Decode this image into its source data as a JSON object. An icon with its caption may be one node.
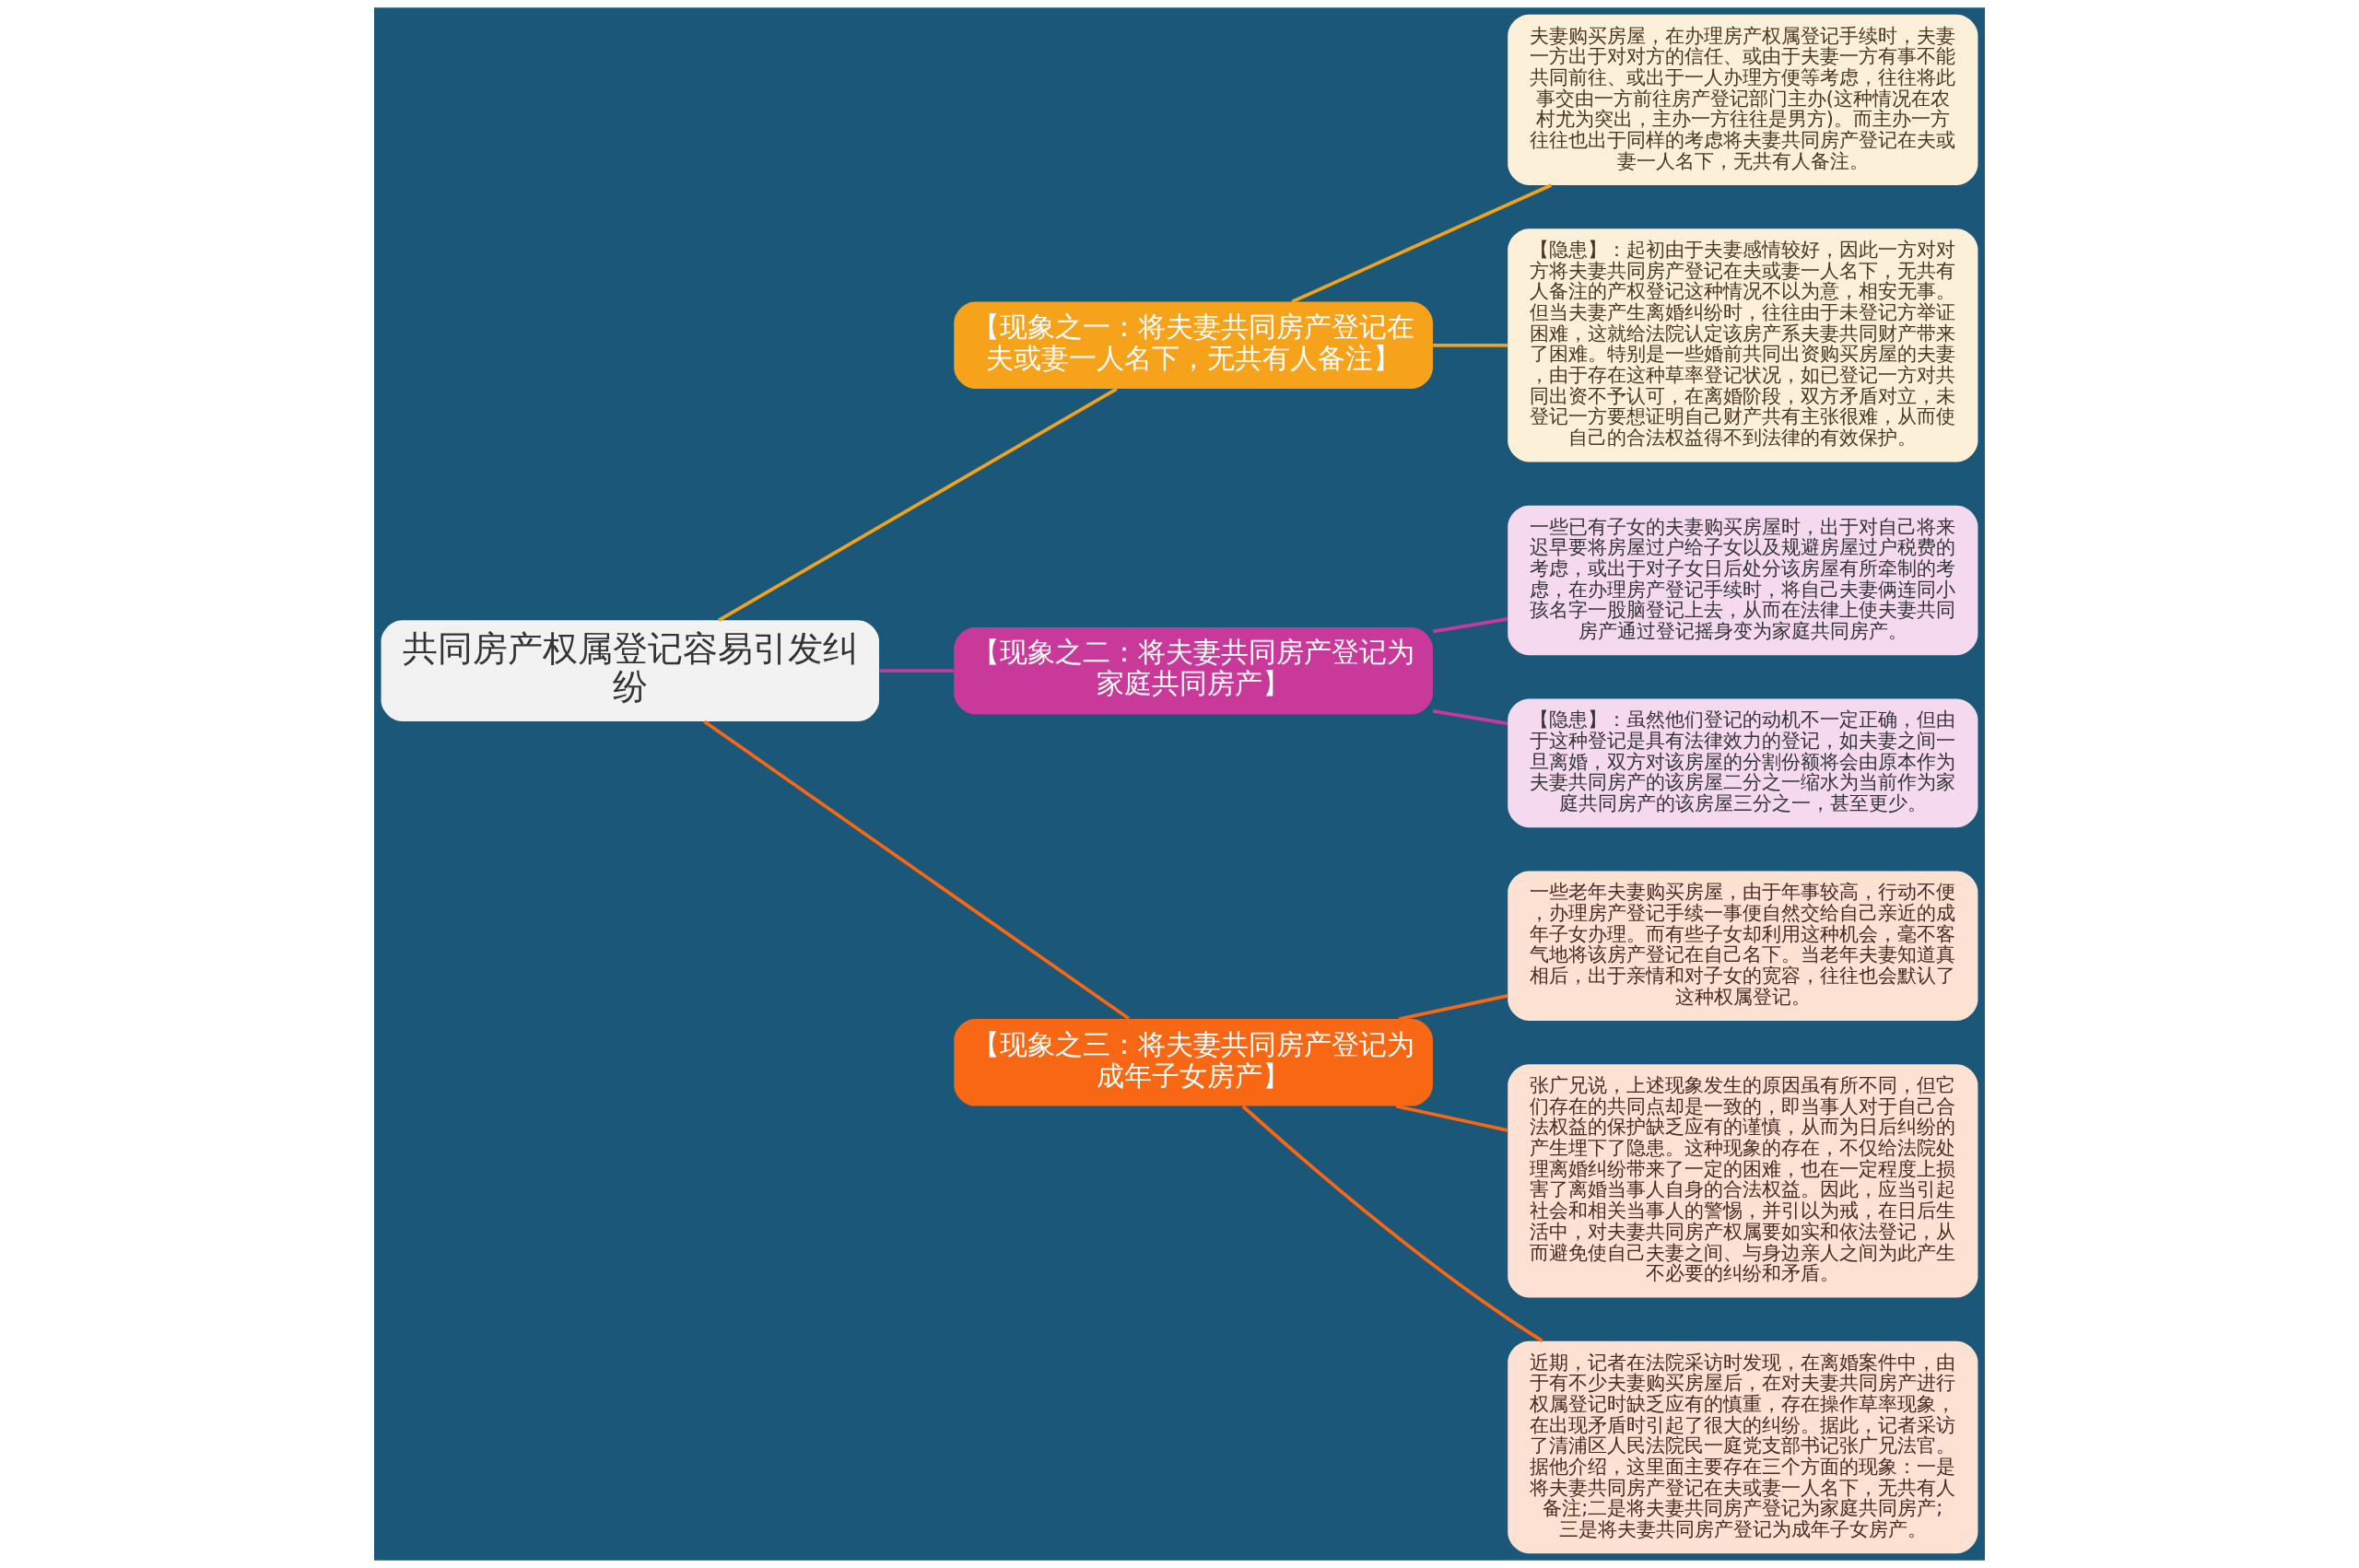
{
  "diagram": {
    "nodes": [
      {
        "text": [
          "共同房产权属登记容易引发纠纷"
        ]
      },
      {
        "text": [
          "【现象之一：将夫妻共同房产登记在夫或妻一人名下，无共有人备注】"
        ]
      },
      {
        "text": [
          "夫妻购买房屋，在办理房产权属登记手续时，夫妻一方出于对对方的信任、或由于夫妻一方有事不能共同前往、或出于一人办理方便等考虑，往往将此事交由一方前往房产登记部门主办(这种情况在农村尤为突出，主办一方往往是男方)。而主办一方往往也出于同样的考虑将夫妻共同房产登记在夫或妻一人名下，无共有人备注。"
        ]
      },
      {
        "text": [
          "【隐患】：起初由于夫妻感情较好，因此一方对对方将夫妻共同房产登记在夫或妻一人名下，无共有人备注的产权登记这种情况不以为意，相安无事。但当夫妻产生离婚纠纷时，往往由于未登记方举证困难，这就给法院认定该房产系夫妻共同财产带来了困难。特别是一些婚前共同出资购买房屋的夫妻，由于存在这种草率登记状况，如已登记一方对共同出资不予认可，在离婚阶段，双方矛盾对立，未登记一方要想证明自己财产共有主张很难，从而使自己的合法权益得不到法律的有效保护。"
        ]
      },
      {
        "text": [
          "【现象之二：将夫妻共同房产登记为家庭共同房产】"
        ]
      },
      {
        "text": [
          "一些已有子女的夫妻购买房屋时，出于对自己将来迟早要将房屋过户给子女以及规避房屋过户税费的考虑，或出于对子女日后处分该房屋有所牵制的考虑，在办理房产登记手续时，将自己夫妻俩连同小孩名字一股脑登记上去，从而在法律上使夫妻共同房产通过登记摇身变为家庭共同房产。"
        ]
      },
      {
        "text": [
          "【隐患】：虽然他们登记的动机不一定正确，但由于这种登记是具有法律效力的登记，如夫妻之间一旦离婚，双方对该房屋的分割份额将会由原本作为夫妻共同房产的该房屋二分之一缩水为当前作为家庭共同房产的该房屋三分之一，甚至更少。"
        ]
      },
      {
        "text": [
          "【现象之三：将夫妻共同房产登记为成年子女房产】"
        ]
      },
      {
        "text": [
          "一些老年夫妻购买房屋，由于年事较高，行动不便，办理房产登记手续一事便自然交给自己亲近的成年子女办理。而有些子女却利用这种机会，毫不客气地将该房产登记在自己名下。当老年夫妻知道真相后，出于亲情和对子女的宽容，往往也会默认了这种权属登记。"
        ]
      },
      {
        "text": [
          "张广兄说，上述现象发生的原因虽有所不同，但它们存在的共同点却是一致的，即当事人对于自己合法权益的保护缺乏应有的谨慎，从而为日后纠纷的产生埋下了隐患。这种现象的存在，不仅给法院处理离婚纠纷带来了一定的困难，也在一定程度上损害了离婚当事人自身的合法权益。因此，应当引起社会和相关当事人的警惕，并引以为戒，在日后生活中，对夫妻共同房产权属要如实和依法登记，从而避免使自己夫妻之间、与身边亲人之间为此产生不必要的纠纷和矛盾。"
        ]
      },
      {
        "text": [
          "近期，记者在法院采访时发现，在离婚案件中，由于有不少夫妻购买房屋后，在对夫妻共同房产进行权属登记时缺乏应有的慎重，存在操作草率现象，在出现矛盾时引起了很大的纠纷。据此，记者采访了清浦区人民法院民一庭党支部书记张广兄法官。据他介绍，这里面主要存在三个方面的现象：一是将夫妻共同房产登记在夫或妻一人名下，无共有人备注;二是将夫妻共同房产登记为家庭共同房产;三是将夫妻共同房产登记为成年子女房产。"
        ]
      }
    ],
    "edges": [
      {
        "from": 0,
        "to": 1,
        "arrow": "none",
        "color": "#f0a21c"
      },
      {
        "from": 1,
        "to": 2,
        "arrow": "none",
        "color": "#f0a21c"
      },
      {
        "from": 1,
        "to": 3,
        "arrow": "none",
        "color": "#f0a21c"
      },
      {
        "from": 0,
        "to": 4,
        "arrow": "none",
        "color": "#c8399a"
      },
      {
        "from": 4,
        "to": 5,
        "arrow": "none",
        "color": "#c8399a"
      },
      {
        "from": 4,
        "to": 6,
        "arrow": "none",
        "color": "#c8399a"
      },
      {
        "from": 0,
        "to": 7,
        "arrow": "none"
      },
      {
        "from": 7,
        "to": 8,
        "arrow": "none"
      },
      {
        "from": 7,
        "to": 9,
        "arrow": "none"
      },
      {
        "from": 7,
        "to": 10,
        "arrow": "none"
      }
    ]
  }
}
